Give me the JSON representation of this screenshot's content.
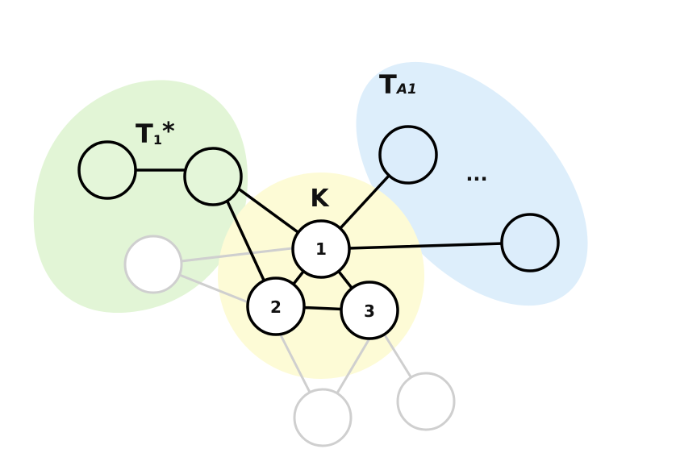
{
  "colors": {
    "green_region": "#e2f5d6",
    "yellow_region": "#fdfbd6",
    "blue_region": "#ddeefb",
    "green_node_fill": "#e4f6d9",
    "blue_node_fill": "#dcedfb",
    "white_node_fill": "#ffffff",
    "edge_dark": "#000000",
    "edge_faded": "#cfcfcf"
  },
  "regions": {
    "green": {
      "label_main": "T",
      "label_sub": "1",
      "label_star": "*"
    },
    "yellow": {
      "label": "K"
    },
    "blue": {
      "label_main": "T",
      "label_sub": "A1",
      "ellipsis": "..."
    }
  },
  "nodes": {
    "node_1": "1",
    "node_2": "2",
    "node_3": "3"
  }
}
